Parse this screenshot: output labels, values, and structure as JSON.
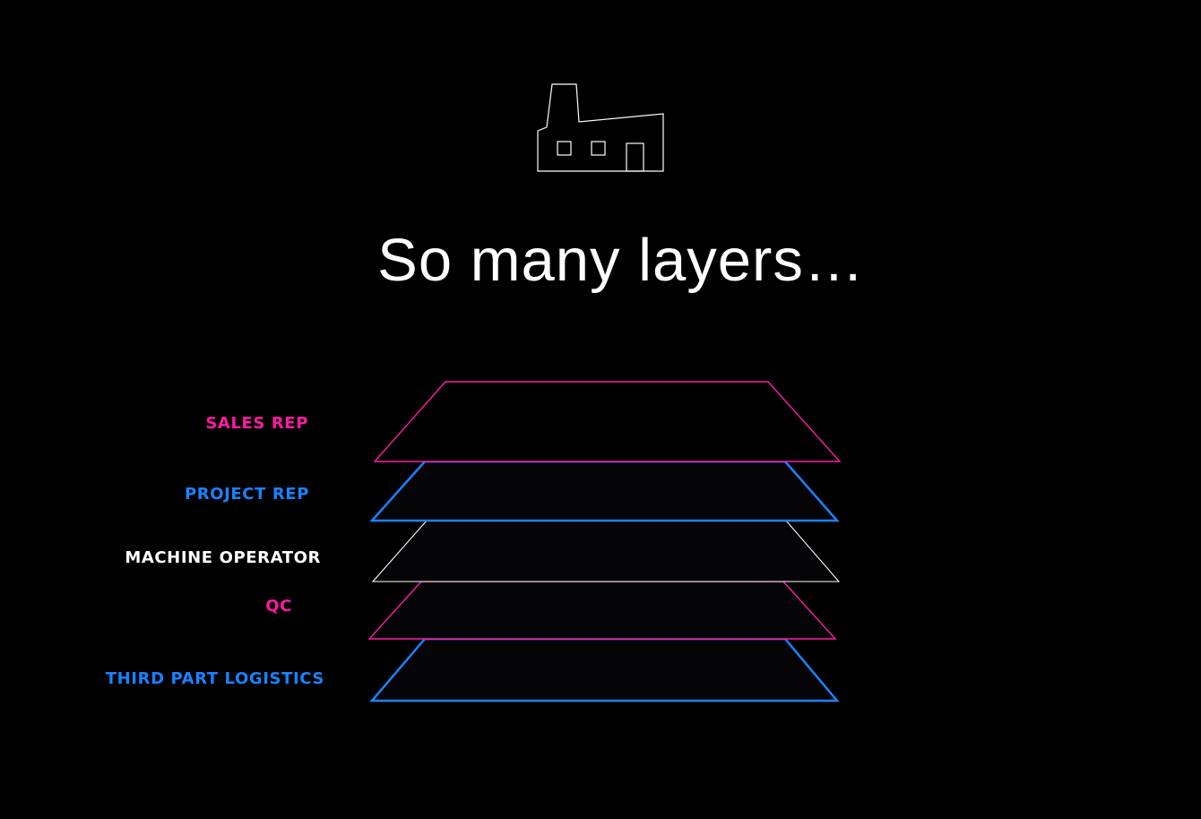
{
  "title": "So many layers…",
  "icon": "factory-icon",
  "colors": {
    "background": "#000000",
    "pink": "#ff1aa3",
    "blue": "#1a82ff",
    "white": "#ffffff"
  },
  "layers": [
    {
      "label": "SALES REP",
      "color": "#ff1aa3"
    },
    {
      "label": "PROJECT REP",
      "color": "#1a82ff"
    },
    {
      "label": "MACHINE OPERATOR",
      "color": "#ffffff"
    },
    {
      "label": "QC",
      "color": "#ff1aa3"
    },
    {
      "label": "THIRD PART LOGISTICS",
      "color": "#1a82ff"
    }
  ]
}
